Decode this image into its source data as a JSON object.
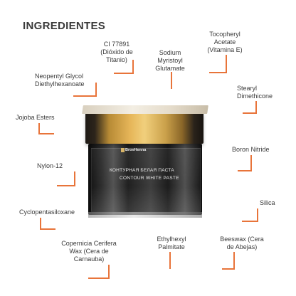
{
  "title": "INGREDIENTES",
  "colors": {
    "accent_line": "#e8743a",
    "text": "#3a3a3a"
  },
  "ingredients": [
    "CI 77891\n(Dióxido de\nTitanio)",
    "Sodium\nMyristoyl\nGlutamate",
    "Tocopheryl\nAcetate\n(Vitamina E)",
    "Neopentyl Glycol\nDiethylhexanoate",
    "Stearyl\nDimethicone",
    "Jojoba Esters",
    "Boron Nitride",
    "Nylon-12",
    "Silica",
    "Cyclopentasiloxane",
    "Copernicia Cerifera\nWax (Cera de\nCarnauba)",
    "Ethylhexyl\nPalmitate",
    "Beeswax (Cera\nde Abejas)"
  ],
  "product": {
    "brand": "BrovHenna",
    "name_ru": "КОНТУРНАЯ БЕЛАЯ ПАСТА",
    "name_en": "CONTOUR WHITE PASTE"
  }
}
